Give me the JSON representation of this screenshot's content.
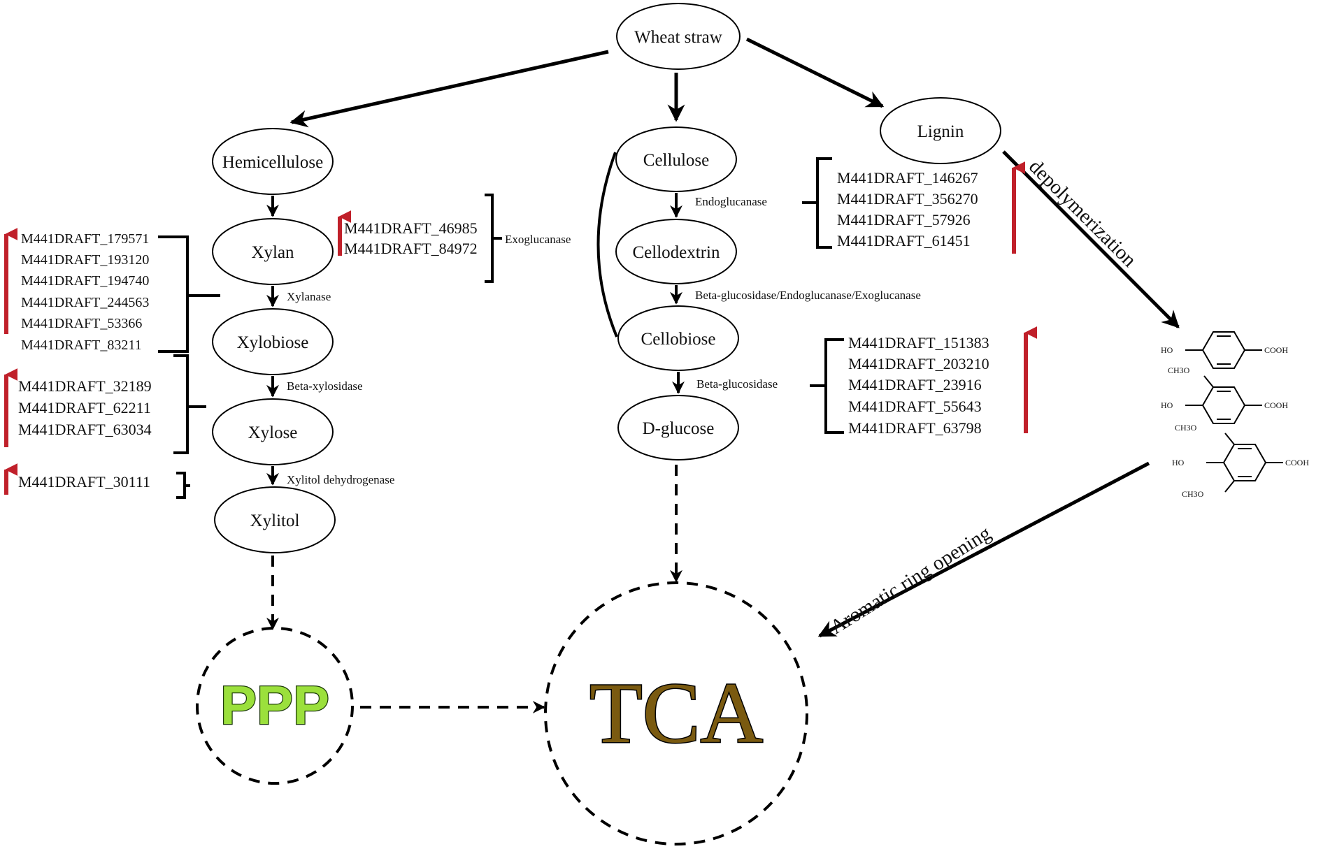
{
  "colors": {
    "line": "#000000",
    "up_arrow": "#c0202a",
    "ppp_fill": "#9be03c",
    "tca_fill": "#7a5a10"
  },
  "nodes": {
    "wheat_straw": "Wheat straw",
    "hemicellulose": "Hemicellulose",
    "xylan": "Xylan",
    "xylobiose": "Xylobiose",
    "xylose": "Xylose",
    "xylitol": "Xylitol",
    "cellulose": "Cellulose",
    "cellodextrin": "Cellodextrin",
    "cellobiose": "Cellobiose",
    "d_glucose": "D-glucose",
    "lignin": "Lignin",
    "ppp": "PPP",
    "tca": "TCA"
  },
  "enzymes": {
    "xylanase": "Xylanase",
    "beta_xylosidase": "Beta-xylosidase",
    "xylitol_dehydrogenase": "Xylitol dehydrogenase",
    "exoglucanase": "Exoglucanase",
    "endoglucanase": "Endoglucanase",
    "bg_endo_exo": "Beta-glucosidase/Endoglucanase/Exoglucanase",
    "beta_glucosidase": "Beta-glucosidase"
  },
  "processes": {
    "depolymerization": "depolymerization",
    "ring_opening": "Aromatic ring opening"
  },
  "gene_groups": {
    "xylanase_genes": [
      "M441DRAFT_179571",
      "M441DRAFT_193120",
      "M441DRAFT_194740",
      "M441DRAFT_244563",
      "M441DRAFT_53366",
      "M441DRAFT_83211"
    ],
    "beta_xylosidase_genes": [
      "M441DRAFT_32189",
      "M441DRAFT_62211",
      "M441DRAFT_63034"
    ],
    "xylitol_dh_genes": [
      "M441DRAFT_30111"
    ],
    "exoglucanase_genes": [
      "M441DRAFT_46985",
      "M441DRAFT_84972"
    ],
    "lignin_genes": [
      "M441DRAFT_146267",
      "M441DRAFT_356270",
      "M441DRAFT_57926",
      "M441DRAFT_61451"
    ],
    "beta_glucosidase_genes": [
      "M441DRAFT_151383",
      "M441DRAFT_203210",
      "M441DRAFT_23916",
      "M441DRAFT_55643",
      "M441DRAFT_63798"
    ]
  },
  "chemistry": {
    "ho": "HO",
    "cooh": "COOH",
    "ch3o": "CH3O"
  }
}
